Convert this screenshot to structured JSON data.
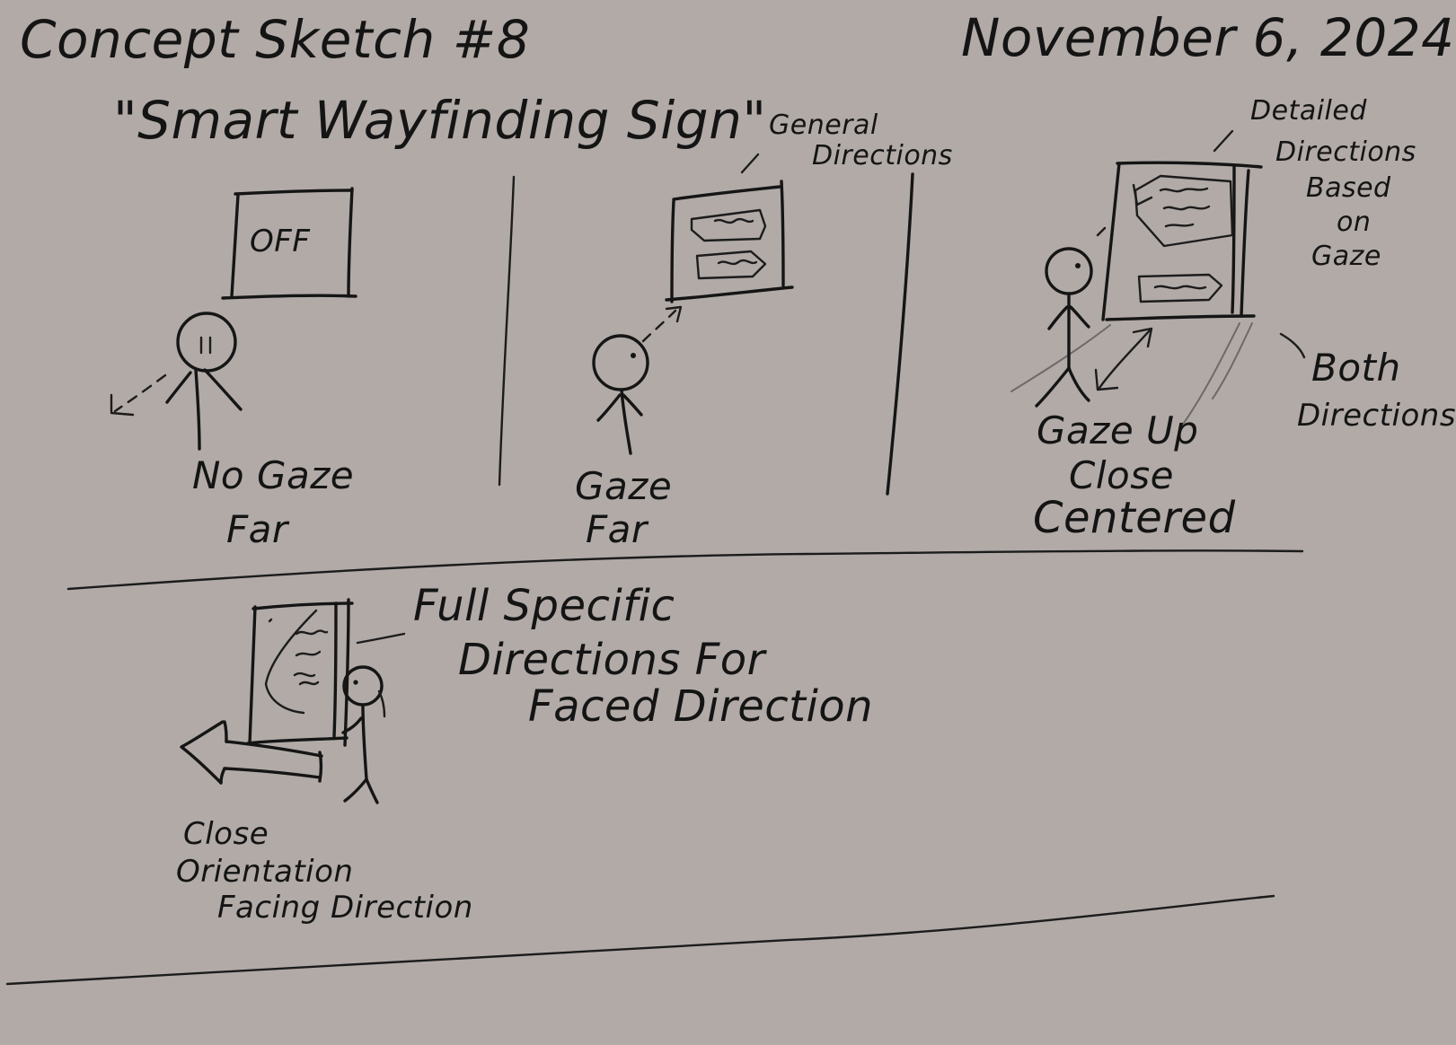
{
  "header": {
    "sketch_title": "Concept Sketch #8",
    "date": "November 6, 2024",
    "concept_name": "\"Smart Wayfinding Sign\""
  },
  "panels": [
    {
      "id": "panel-1",
      "sign_text": "OFF",
      "caption_line1": "No Gaze",
      "caption_line2": "Far"
    },
    {
      "id": "panel-2",
      "callout_line1": "General",
      "callout_line2": "Directions",
      "caption_line1": "Gaze",
      "caption_line2": "Far"
    },
    {
      "id": "panel-3",
      "callout_line1": "Detailed",
      "callout_line2": "Directions",
      "callout_line3": "Based",
      "callout_line4": "on",
      "callout_line5": "Gaze",
      "side_note_line1": "Both",
      "side_note_line2": "Directions",
      "caption_line1": "Gaze Up",
      "caption_line2": "Close",
      "caption_line3": "Centered"
    },
    {
      "id": "panel-4",
      "callout_line1": "Full Specific",
      "callout_line2": "Directions For",
      "callout_line3": "Faced Direction",
      "caption_line1": "Close",
      "caption_line2": "Orientation",
      "caption_line3": "Facing Direction"
    }
  ],
  "colors": {
    "paper": "#b1aaa7",
    "ink": "#151515"
  }
}
